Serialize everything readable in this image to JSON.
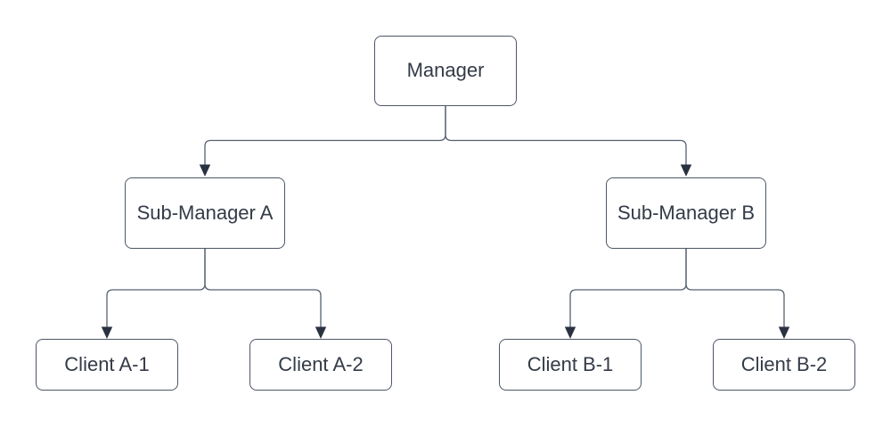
{
  "diagram": {
    "type": "org-chart",
    "background_color": "#ffffff",
    "node_fill_color": "#ffffff",
    "node_border_color": "#4d5766",
    "connector_color": "#556070",
    "arrowhead_color": "#2a3140",
    "text_color": "#343b47",
    "nodes": [
      {
        "id": "manager",
        "label": "Manager",
        "level": 1
      },
      {
        "id": "sub-manager-a",
        "label": "Sub-Manager A",
        "level": 2
      },
      {
        "id": "sub-manager-b",
        "label": "Sub-Manager B",
        "level": 2
      },
      {
        "id": "client-a1",
        "label": "Client A-1",
        "level": 3
      },
      {
        "id": "client-a2",
        "label": "Client A-2",
        "level": 3
      },
      {
        "id": "client-b1",
        "label": "Client B-1",
        "level": 3
      },
      {
        "id": "client-b2",
        "label": "Client B-2",
        "level": 3
      }
    ],
    "edges": [
      {
        "from": "manager",
        "to": "sub-manager-a",
        "arrow": "filled-triangle"
      },
      {
        "from": "manager",
        "to": "sub-manager-b",
        "arrow": "filled-triangle"
      },
      {
        "from": "sub-manager-a",
        "to": "client-a1",
        "arrow": "filled-triangle"
      },
      {
        "from": "sub-manager-a",
        "to": "client-a2",
        "arrow": "filled-triangle"
      },
      {
        "from": "sub-manager-b",
        "to": "client-b1",
        "arrow": "filled-triangle"
      },
      {
        "from": "sub-manager-b",
        "to": "client-b2",
        "arrow": "filled-triangle"
      }
    ]
  }
}
